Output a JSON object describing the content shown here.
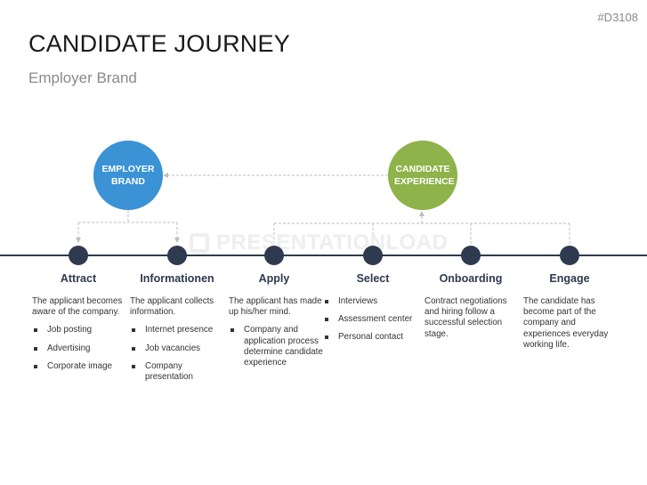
{
  "code": "#D3108",
  "title": "CANDIDATE JOURNEY",
  "subtitle": "Employer Brand",
  "watermark": "PRESENTATIONLOAD",
  "colors": {
    "employer": "#3b92d5",
    "candidate": "#8db34a",
    "timeline": "#2e3a50"
  },
  "circles": {
    "employer": "EMPLOYER BRAND",
    "candidate": "CANDIDATE EXPERIENCE"
  },
  "stages": [
    {
      "name": "Attract",
      "text": "The applicant becomes aware of the company.",
      "bullets": [
        "Job posting",
        "Advertising",
        "Corporate image"
      ]
    },
    {
      "name": "Informationen",
      "text": "The applicant collects information.",
      "bullets": [
        "Internet presence",
        "Job vacancies",
        "Company presentation"
      ]
    },
    {
      "name": "Apply",
      "text": "The applicant has made up his/her mind.",
      "bullets": [
        "Company and application process determine candidate experience"
      ]
    },
    {
      "name": "Select",
      "text": "",
      "bullets": [
        "Interviews",
        "Assessment center",
        "Personal contact"
      ]
    },
    {
      "name": "Onboarding",
      "text": "Contract negotiations and hiring follow a successful selection stage.",
      "bullets": []
    },
    {
      "name": "Engage",
      "text": "The candidate has become part of the company and experiences everyday working life.",
      "bullets": []
    }
  ]
}
